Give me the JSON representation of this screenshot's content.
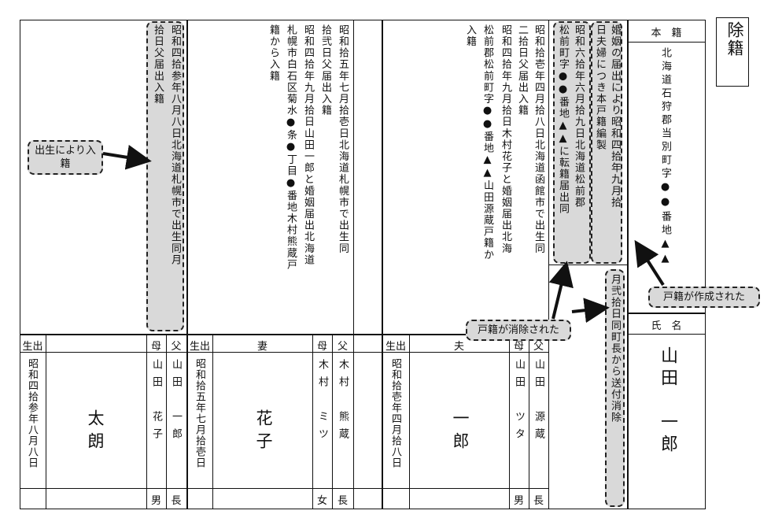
{
  "stamp": "除籍",
  "honseki": {
    "header": "本　籍",
    "address": "北海道石狩郡当別町字●●番地▲▲"
  },
  "shimei": {
    "header": "氏　名",
    "name": "山田　一郎"
  },
  "head_records": {
    "rec1": "婚姻の届出により昭和四拾年九月拾",
    "rec2": "日夫婦につき本戸籍編製",
    "rec3": "昭和六拾年六月拾九日北海道松前郡",
    "rec4": "松前町字●●番地▲▲に転籍届出同",
    "rec5": "月弐拾日同町長から送付消除"
  },
  "husband": {
    "records": [
      "昭和拾壱年四月拾八日北海道函館市で出生同",
      "二拾日父届出入籍",
      "昭和四拾年九月拾日木村花子と婚姻届出北海",
      "松前郡松前町字●●番地▲▲山田源蔵戸籍か",
      "入籍"
    ],
    "father_label": "父",
    "father": "山田　源蔵",
    "mother_label": "母",
    "mother": "山田　ツタ",
    "relation": "長",
    "gender": "男",
    "role_label": "夫",
    "name": "一郎",
    "birth_label": "生出",
    "birth": "昭和拾壱年四月拾八日"
  },
  "wife": {
    "records": [
      "昭和拾五年七月拾壱日北海道札幌市で出生同",
      "拾弐日父届出入籍",
      "昭和四拾年九月拾日山田一郎と婚姻届出北海道",
      "札幌市白石区菊水●条●丁目●番地木村熊蔵戸",
      "籍から入籍"
    ],
    "father_label": "父",
    "father": "木村　熊蔵",
    "mother_label": "母",
    "mother": "木村　ミツ",
    "relation": "長",
    "gender": "女",
    "role_label": "妻",
    "name": "花子",
    "birth_label": "生出",
    "birth": "昭和拾五年七月拾壱日"
  },
  "child": {
    "records": [
      "昭和四拾参年八月八日北海道札幌市で出生同月",
      "拾日父届出入籍"
    ],
    "father_label": "父",
    "father": "山田　一郎",
    "mother_label": "母",
    "mother": "山田　花子",
    "relation": "長",
    "gender": "男",
    "role_label": "",
    "name": "太朗",
    "birth_label": "生出",
    "birth": "昭和四拾参年八月八日"
  },
  "callouts": {
    "created": "戸籍が作成された",
    "removed": "戸籍が消除された",
    "birth_entry": "出生により入籍"
  }
}
